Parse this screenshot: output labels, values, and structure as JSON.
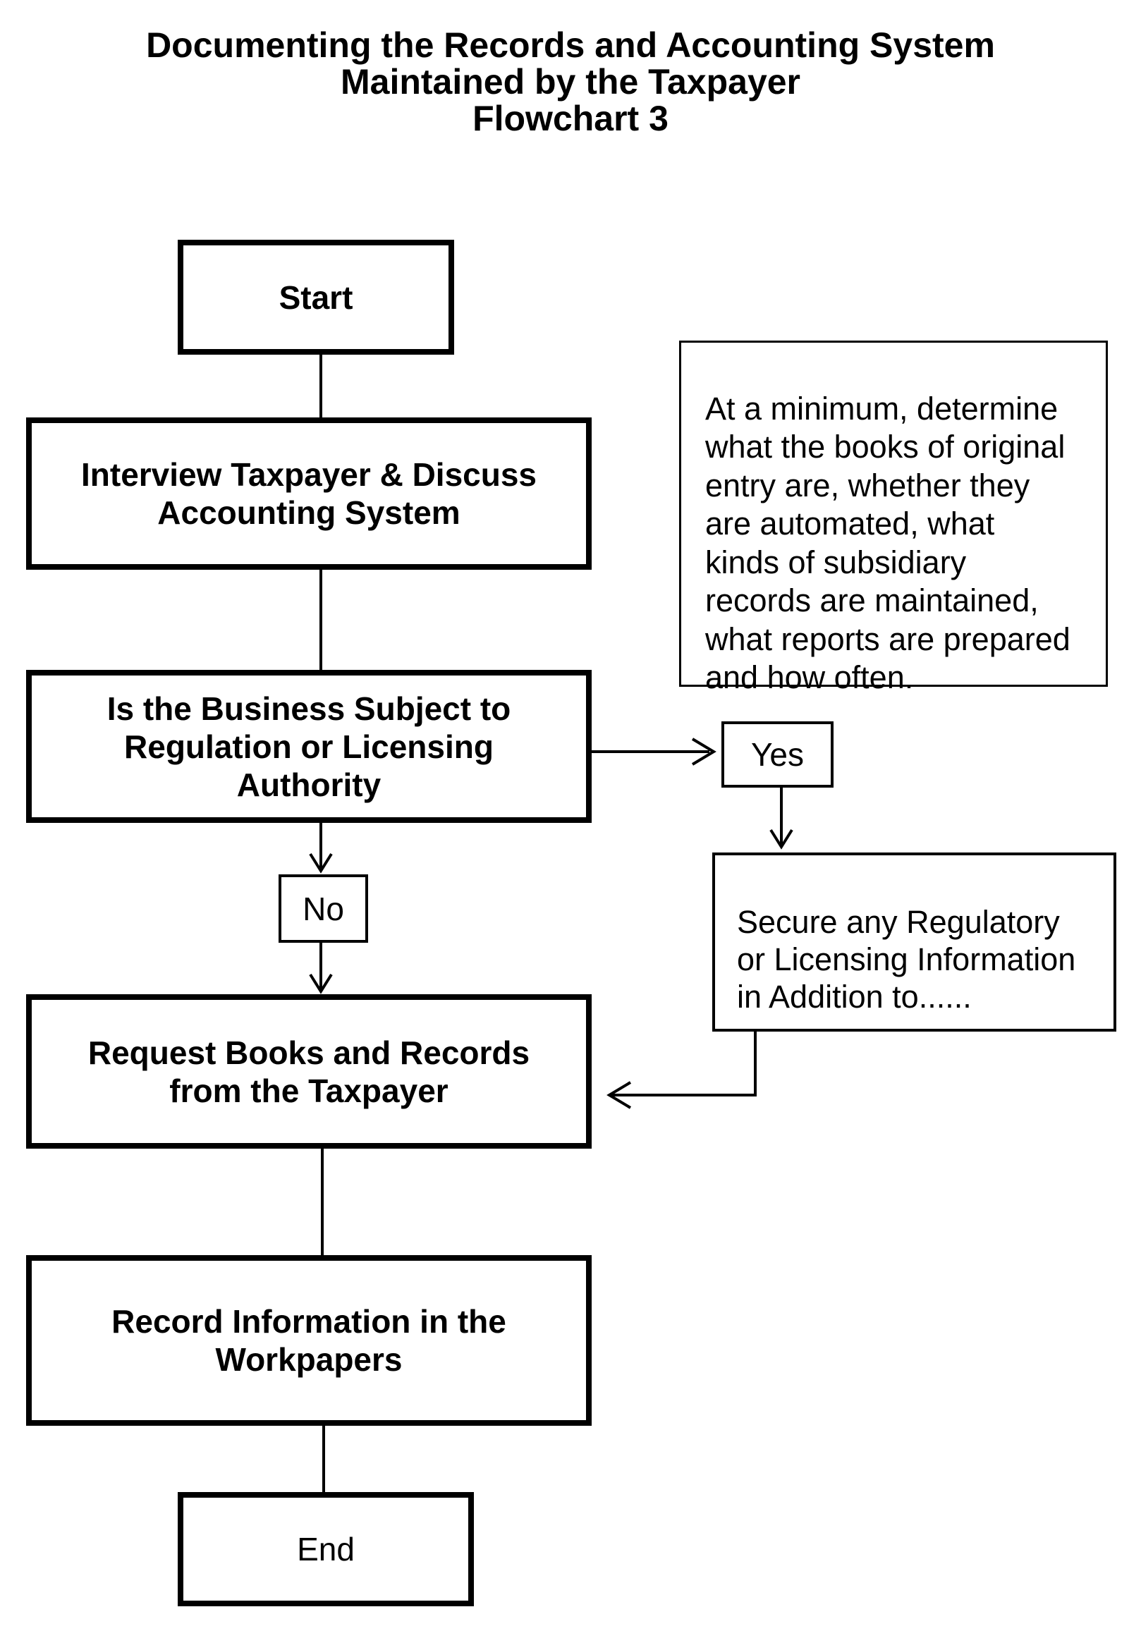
{
  "title": {
    "text": "Documenting the Records and Accounting System\nMaintained by the Taxpayer\nFlowchart 3"
  },
  "nodes": {
    "start": {
      "label": "Start"
    },
    "interview": {
      "label": "Interview Taxpayer & Discuss\nAccounting System"
    },
    "note": {
      "text": "At a minimum, determine\nwhat the books of original\nentry are, whether they\nare automated, what\nkinds of subsidiary\nrecords are maintained,\nwhat reports are prepared\nand how often."
    },
    "decision": {
      "label": "Is the Business Subject to\nRegulation or Licensing\nAuthority"
    },
    "yes": {
      "label": "Yes"
    },
    "no": {
      "label": "No"
    },
    "secure": {
      "text": "Secure any Regulatory\nor Licensing Information\nin Addition to......"
    },
    "request": {
      "label": "Request Books and Records\nfrom the Taxpayer"
    },
    "record": {
      "label": "Record Information in the\nWorkpapers"
    },
    "end": {
      "label": "End"
    }
  },
  "colors": {
    "ink": "#000000",
    "paper": "#ffffff"
  }
}
